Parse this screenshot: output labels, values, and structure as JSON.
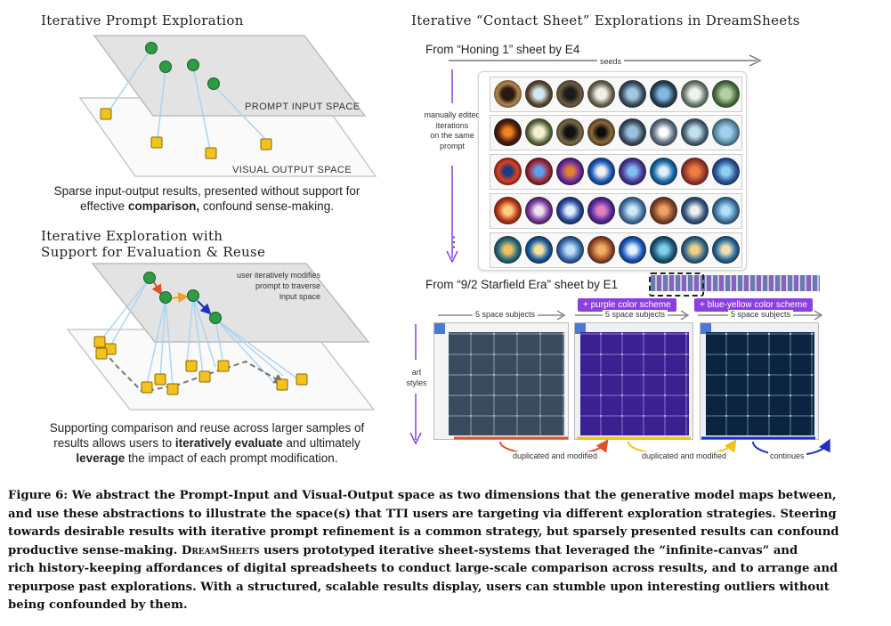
{
  "left_top": {
    "title": "Iterative Prompt Exploration",
    "prompt_space_label": "PROMPT INPUT SPACE",
    "visual_space_label": "VISUAL OUTPUT SPACE",
    "caption_line1": "Sparse input-output results, presented without support for",
    "caption_line2_pre": "effective ",
    "caption_line2_bold": "comparison,",
    "caption_line2_post": " confound sense-making."
  },
  "left_bottom": {
    "title_line1": "Iterative Exploration with",
    "title_line2": "Support for Evaluation & Reuse",
    "note_line1": "user iteratively modifies",
    "note_line2": "prompt to traverse",
    "note_line3": "input space",
    "caption_line1": "Supporting comparison and reuse across larger samples of",
    "caption_line2_pre": "results allows users to ",
    "caption_line2_bold": "iteratively evaluate",
    "caption_line2_post": " and ultimately",
    "caption_line3_bold": "leverage",
    "caption_line3_post": " the impact of each prompt modification."
  },
  "right_top": {
    "title": "Iterative “Contact Sheet” Explorations in DreamSheets",
    "subtitle": "From “Honing 1” sheet by E4",
    "seeds_label": "seeds",
    "side_line1": "manually edited",
    "side_line2": "iterations",
    "side_line3": "on the same",
    "side_line4": "prompt",
    "ellipsis": "⋮"
  },
  "right_bottom": {
    "subtitle": "From “9/2 Starfield Era” sheet by E1",
    "pill1": "+ purple color scheme",
    "pill2": "+ blue-yellow color scheme",
    "subjects_label": "5 space subjects",
    "art_styles_line1": "art",
    "art_styles_line2": "styles",
    "dup1": "duplicated and modified",
    "dup2": "duplicated and modified",
    "continues": "continues"
  },
  "figure_caption": {
    "line1": "Figure 6: We abstract the Prompt-Input and Visual-Output space as two dimensions that the generative model maps between,",
    "line2": "and use these abstractions to illustrate the space(s) that TTI users are targeting via different exploration strategies. Steering",
    "line3": "towards desirable results with iterative prompt refinement is a common strategy, but sparsely presented results can confound",
    "line4_pre": "productive sense-making. ",
    "line4_sc": "DreamSheets",
    "line4_post": " users prototyped iterative sheet-systems that leveraged the “infinite-canvas” and",
    "line5": "rich history-keeping affordances of digital spreadsheets to conduct large-scale comparison across results, and to arrange and",
    "line6": "repurpose past explorations. With a structured, scalable results display, users can stumble upon interesting outliers without",
    "line7": "being confounded by them."
  },
  "colors": {
    "node_green": "#2e9b45",
    "result_yellow": "#f3c21c",
    "arrow_blue_light": "#a9d4f2",
    "pill_purple": "#8b3fe0",
    "arrow_purple": "#8b3fe0",
    "arrow_orange": "#f07a2a",
    "arrow_dark_blue": "#1a2fc7",
    "underline_red": "#e0502a",
    "underline_yellow": "#f0c419",
    "underline_blue": "#1a2fc7"
  }
}
